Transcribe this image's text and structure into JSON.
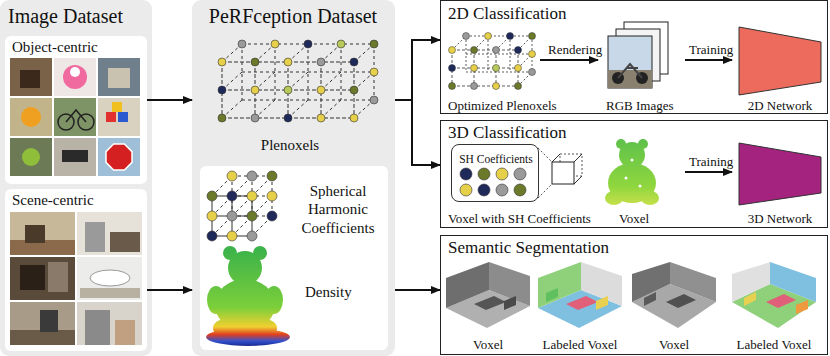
{
  "diagram": {
    "nodes": [
      {
        "text": [
          "Image Dataset"
        ]
      },
      {
        "text": [
          "Object-centric"
        ],
        "in": 0
      },
      {
        "text": [
          "Scene-centric"
        ],
        "in": 0
      },
      {
        "text": [
          "PeRFception Dataset",
          "Plenoxels"
        ]
      },
      {
        "text": [
          "Spherical Harmonic Coefficients",
          "Density"
        ],
        "in": 3
      },
      {
        "text": [
          "2D Classification",
          "Optimized Plenoxels",
          "Rendering",
          "RGB Images",
          "Training"
        ]
      },
      {
        "text": [
          "2D Network"
        ],
        "in": 5
      },
      {
        "text": [
          "3D Classification",
          "Voxel with SH Coefficients",
          "Voxel",
          "Training"
        ]
      },
      {
        "text": [
          "SH Coefficients"
        ],
        "in": 7
      },
      {
        "text": [
          "3D Network"
        ],
        "in": 7
      },
      {
        "text": [
          "Semantic Segmentation",
          "Voxel",
          "Labeled Voxel",
          "Voxel",
          "Labeled Voxel"
        ]
      }
    ],
    "edges": [
      {
        "from": 1,
        "to": 3,
        "arrow": "to"
      },
      {
        "from": 2,
        "to": 3,
        "arrow": "to"
      },
      {
        "from": 3,
        "to": 5,
        "arrow": "to"
      },
      {
        "from": 3,
        "to": 7,
        "arrow": "to"
      },
      {
        "from": 3,
        "to": 10,
        "arrow": "to"
      }
    ]
  }
}
